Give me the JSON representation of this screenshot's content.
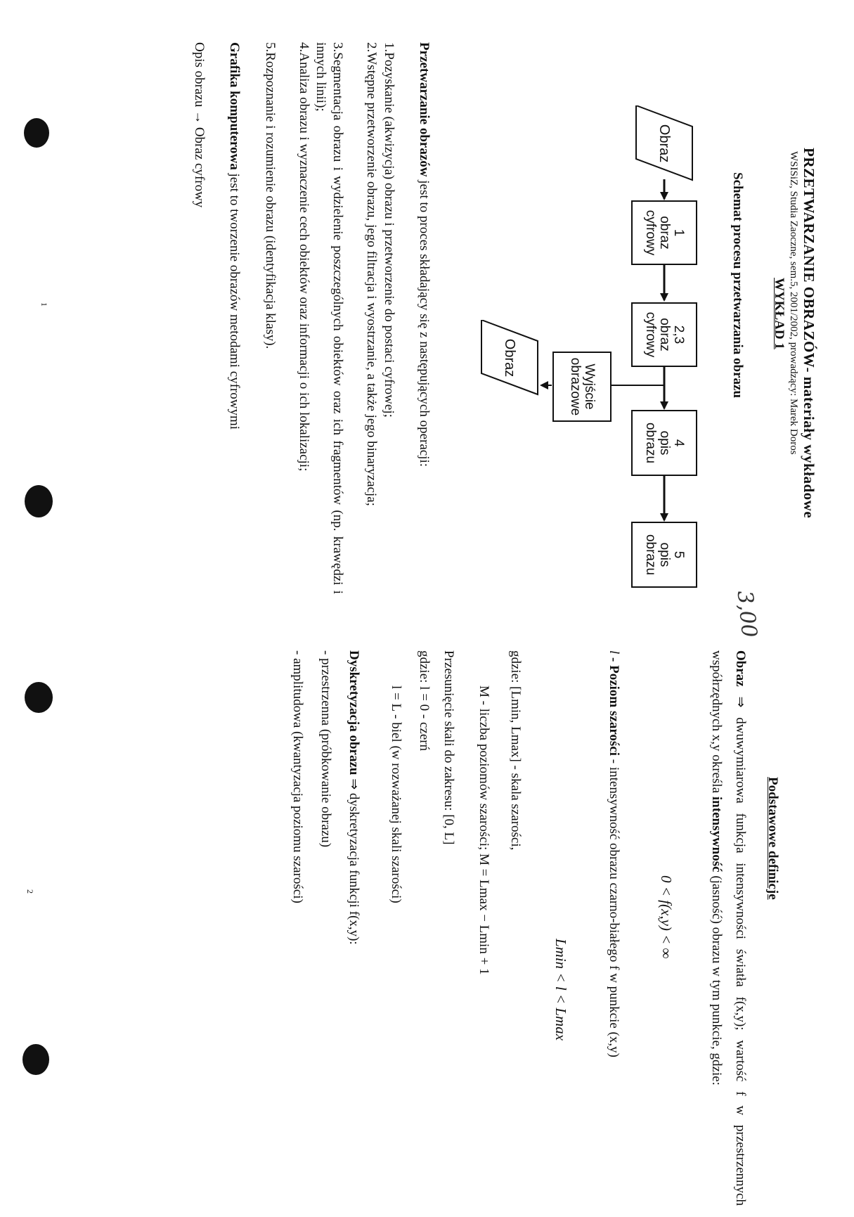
{
  "header": {
    "title": "PRZETWARZANIE OBRAZÓW- materiały wykładowe",
    "subtitle": "WSISiZ, Studia Zaoczne, sem.5, 2001/2002, prowadzący: Marek Doros",
    "lecture": "WYKŁAD 1"
  },
  "schema": {
    "heading": "Schemat procesu przetwarzania obrazu",
    "input": "Obraz",
    "box1": [
      "1",
      "obraz",
      "cyfrowy"
    ],
    "box23": [
      "2,3",
      "obraz",
      "cyfrowy"
    ],
    "box4": [
      "4",
      "opis",
      "obrazu"
    ],
    "box5": [
      "5",
      "opis",
      "obrazu"
    ],
    "output": [
      "Wyjście",
      "obrazowe"
    ],
    "output_image": "Obraz"
  },
  "processing": {
    "intro_bold": "Przetwarzanie obrazów",
    "intro_rest": " jest to proces składający się z następujących operacji:",
    "steps": [
      "1.Pozyskanie (akwizycja) obrazu i przetworzenie do postaci cyfrowej;",
      "2.Wstępne przetworzenie obrazu, jego filtracja i wyostrzanie, a także jego binaryzacja;",
      "3.Segmentacja obrazu i wydzielenie poszczególnych obiektów oraz ich fragmentów (np. krawędzi i innych linii);",
      "4.Analiza obrazu i wyznaczenie cech obiektów oraz informacji o ich lokalizacji;",
      "5.Rozpoznanie i rozumienie obrazu (identyfikacja klasy)."
    ],
    "graphics_bold": "Grafika komputerowa",
    "graphics_rest": " jest to tworzenie obrazów metodami cyfrowymi",
    "graphics_line": "Opis obrazu → Obraz cyfrowy",
    "page_number": "1"
  },
  "definitions": {
    "heading": "Podstawowe definicje",
    "obraz_bold": "Obraz",
    "obraz_text": " ⇒ dwuwymiarowa funkcja intensywności światła f(x,y); wartość f w przestrzennych współrzędnych x,y określa ",
    "obraz_bold2": "intensywność",
    "obraz_text2": " (jasność) obrazu w tym punkcie, gdzie:",
    "formula1": "0 < f(x,y) < ∞",
    "poziom_l": "l",
    "poziom_bold": " - Poziom szarości",
    "poziom_text": " - intensywność obrazu czarno-białego f w punkcie (x,y)",
    "formula2": "Lmin < l < Lmax",
    "gdzie_scale": "gdzie: [Lmin, Lmax] - skala szarości,",
    "m_line": "M - liczba poziomów szarości; M = Lmax − Lmin + 1",
    "shift": "Przesunięcie skali do zakresu: [0, L]",
    "black": "gdzie: l = 0 - czerń",
    "white": "l = L - biel (w rozważanej skali szarości)",
    "dysk_bold": "Dyskretyzacja obrazu",
    "dysk_text": " ⇒ dyskretyzacja funkcji f(x,y):",
    "dysk_items": [
      "- przestrzenna (próbkowanie obrazu)",
      "- amplitudowa (kwantyzacja poziomu szarości)"
    ],
    "page_number": "2"
  },
  "annotation": {
    "handwritten": "3,00"
  }
}
